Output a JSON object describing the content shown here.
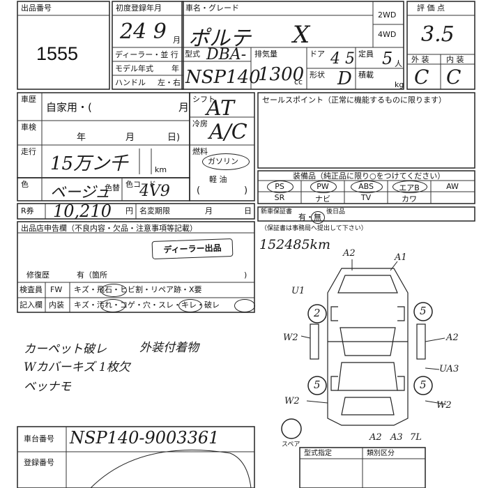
{
  "header": {
    "lot_label": "出品番号",
    "lot_number": "1555",
    "first_reg_label": "初度登録年月",
    "first_reg_value": "24 9",
    "first_reg_unit": "月",
    "name_grade_label": "車名・グレード",
    "name_value": "ポルテ",
    "grade_value": "X",
    "drive_2wd": "2WD",
    "drive_4wd": "4WD",
    "score_label": "評 価 点",
    "score_value": "3.5",
    "exterior_label": "外 装",
    "interior_label": "内 装",
    "exterior_grade": "C",
    "interior_grade": "C"
  },
  "spec": {
    "dealer_label": "ディーラー・並 行",
    "model_year_label": "モデル年式",
    "year_unit": "年",
    "handle_label": "ハンドル",
    "handle_value": "左・右",
    "type_label": "型式",
    "type_value": "DBA-",
    "chassis_value": "NSP140",
    "displacement_label": "排気量",
    "displacement_value": "1300",
    "displacement_unit": "cc",
    "doors_label": "ドア",
    "doors_value": "4 5",
    "seats_label": "定員",
    "seats_value": "5",
    "seats_unit": "人",
    "shape_label": "形状",
    "shape_value": "D",
    "load_label": "積載",
    "load_unit": "kg"
  },
  "history": {
    "history_label": "車歴",
    "history_value": "自家用・(",
    "inspection_label": "車検",
    "inspection_year": "年",
    "inspection_month": "月",
    "inspection_day": "日)",
    "mileage_label": "走行",
    "mileage_value": "15万ン千",
    "mileage_unit": "km",
    "color_label": "色",
    "color_value": "ベージュ",
    "color_code_label": "色コード",
    "color_code_value": "4V9",
    "color_change_label": "色替",
    "shift_label": "シフト",
    "shift_value": "AT",
    "ac_label": "冷房",
    "ac_value": "A/C",
    "fuel_label": "燃料",
    "fuel_gasoline": "ガソリン",
    "fuel_diesel": "軽 油"
  },
  "recycle": {
    "r_label": "R券",
    "r_value": "10,210",
    "yen": "円",
    "transfer_label": "名変期限",
    "month": "月",
    "day": "日"
  },
  "sales_point": {
    "label": "セールスポイント（正常に機能するものに限ります）"
  },
  "equipment": {
    "label": "装備品（純正品に限り○をつけてください）",
    "row1": [
      "PS",
      "PW",
      "ABS",
      "エアB",
      "AW"
    ],
    "row2": [
      "SR",
      "ナビ",
      "TV",
      "カワ"
    ]
  },
  "warranty": {
    "label": "新車保証書",
    "options": "有・無",
    "after_label": "後日品",
    "note": "（保証書は事務局へ提出して下さい）"
  },
  "notes_section": {
    "label": "出品店申告欄（不良内容・欠品・注意事項等記載）",
    "stamp": "ディーラー出品",
    "repair_label": "修復歴",
    "repair_value": "有（箇所",
    "close_paren": ")",
    "inspector_label": "検査員",
    "entry_label": "記入欄",
    "fw": "FW",
    "ext_items": "キズ・飛石・ヒビ割・リペア跡・X要",
    "int_label": "内装",
    "int_items": "キズ・汚れ・コゲ・穴・スレ・キレ・破レ",
    "note1": "カーペット破レ",
    "note2": "Wカバーキズ 1枚欠",
    "note3": "ベッナモ",
    "note4": "外装付着物"
  },
  "diagram": {
    "mileage_note": "152485km",
    "marks": [
      "A2",
      "A1",
      "U1",
      "W2",
      "A2",
      "UA3",
      "W2",
      "A2",
      "A3",
      "7L"
    ],
    "tire_values": [
      "2",
      "5",
      "5",
      "5"
    ],
    "spare_label": "スペア"
  },
  "footer": {
    "chassis_label": "車台番号",
    "chassis_value": "NSP140-9003361",
    "reg_label": "登録番号",
    "model_designation_label": "型式指定",
    "category_label": "類別区分"
  }
}
